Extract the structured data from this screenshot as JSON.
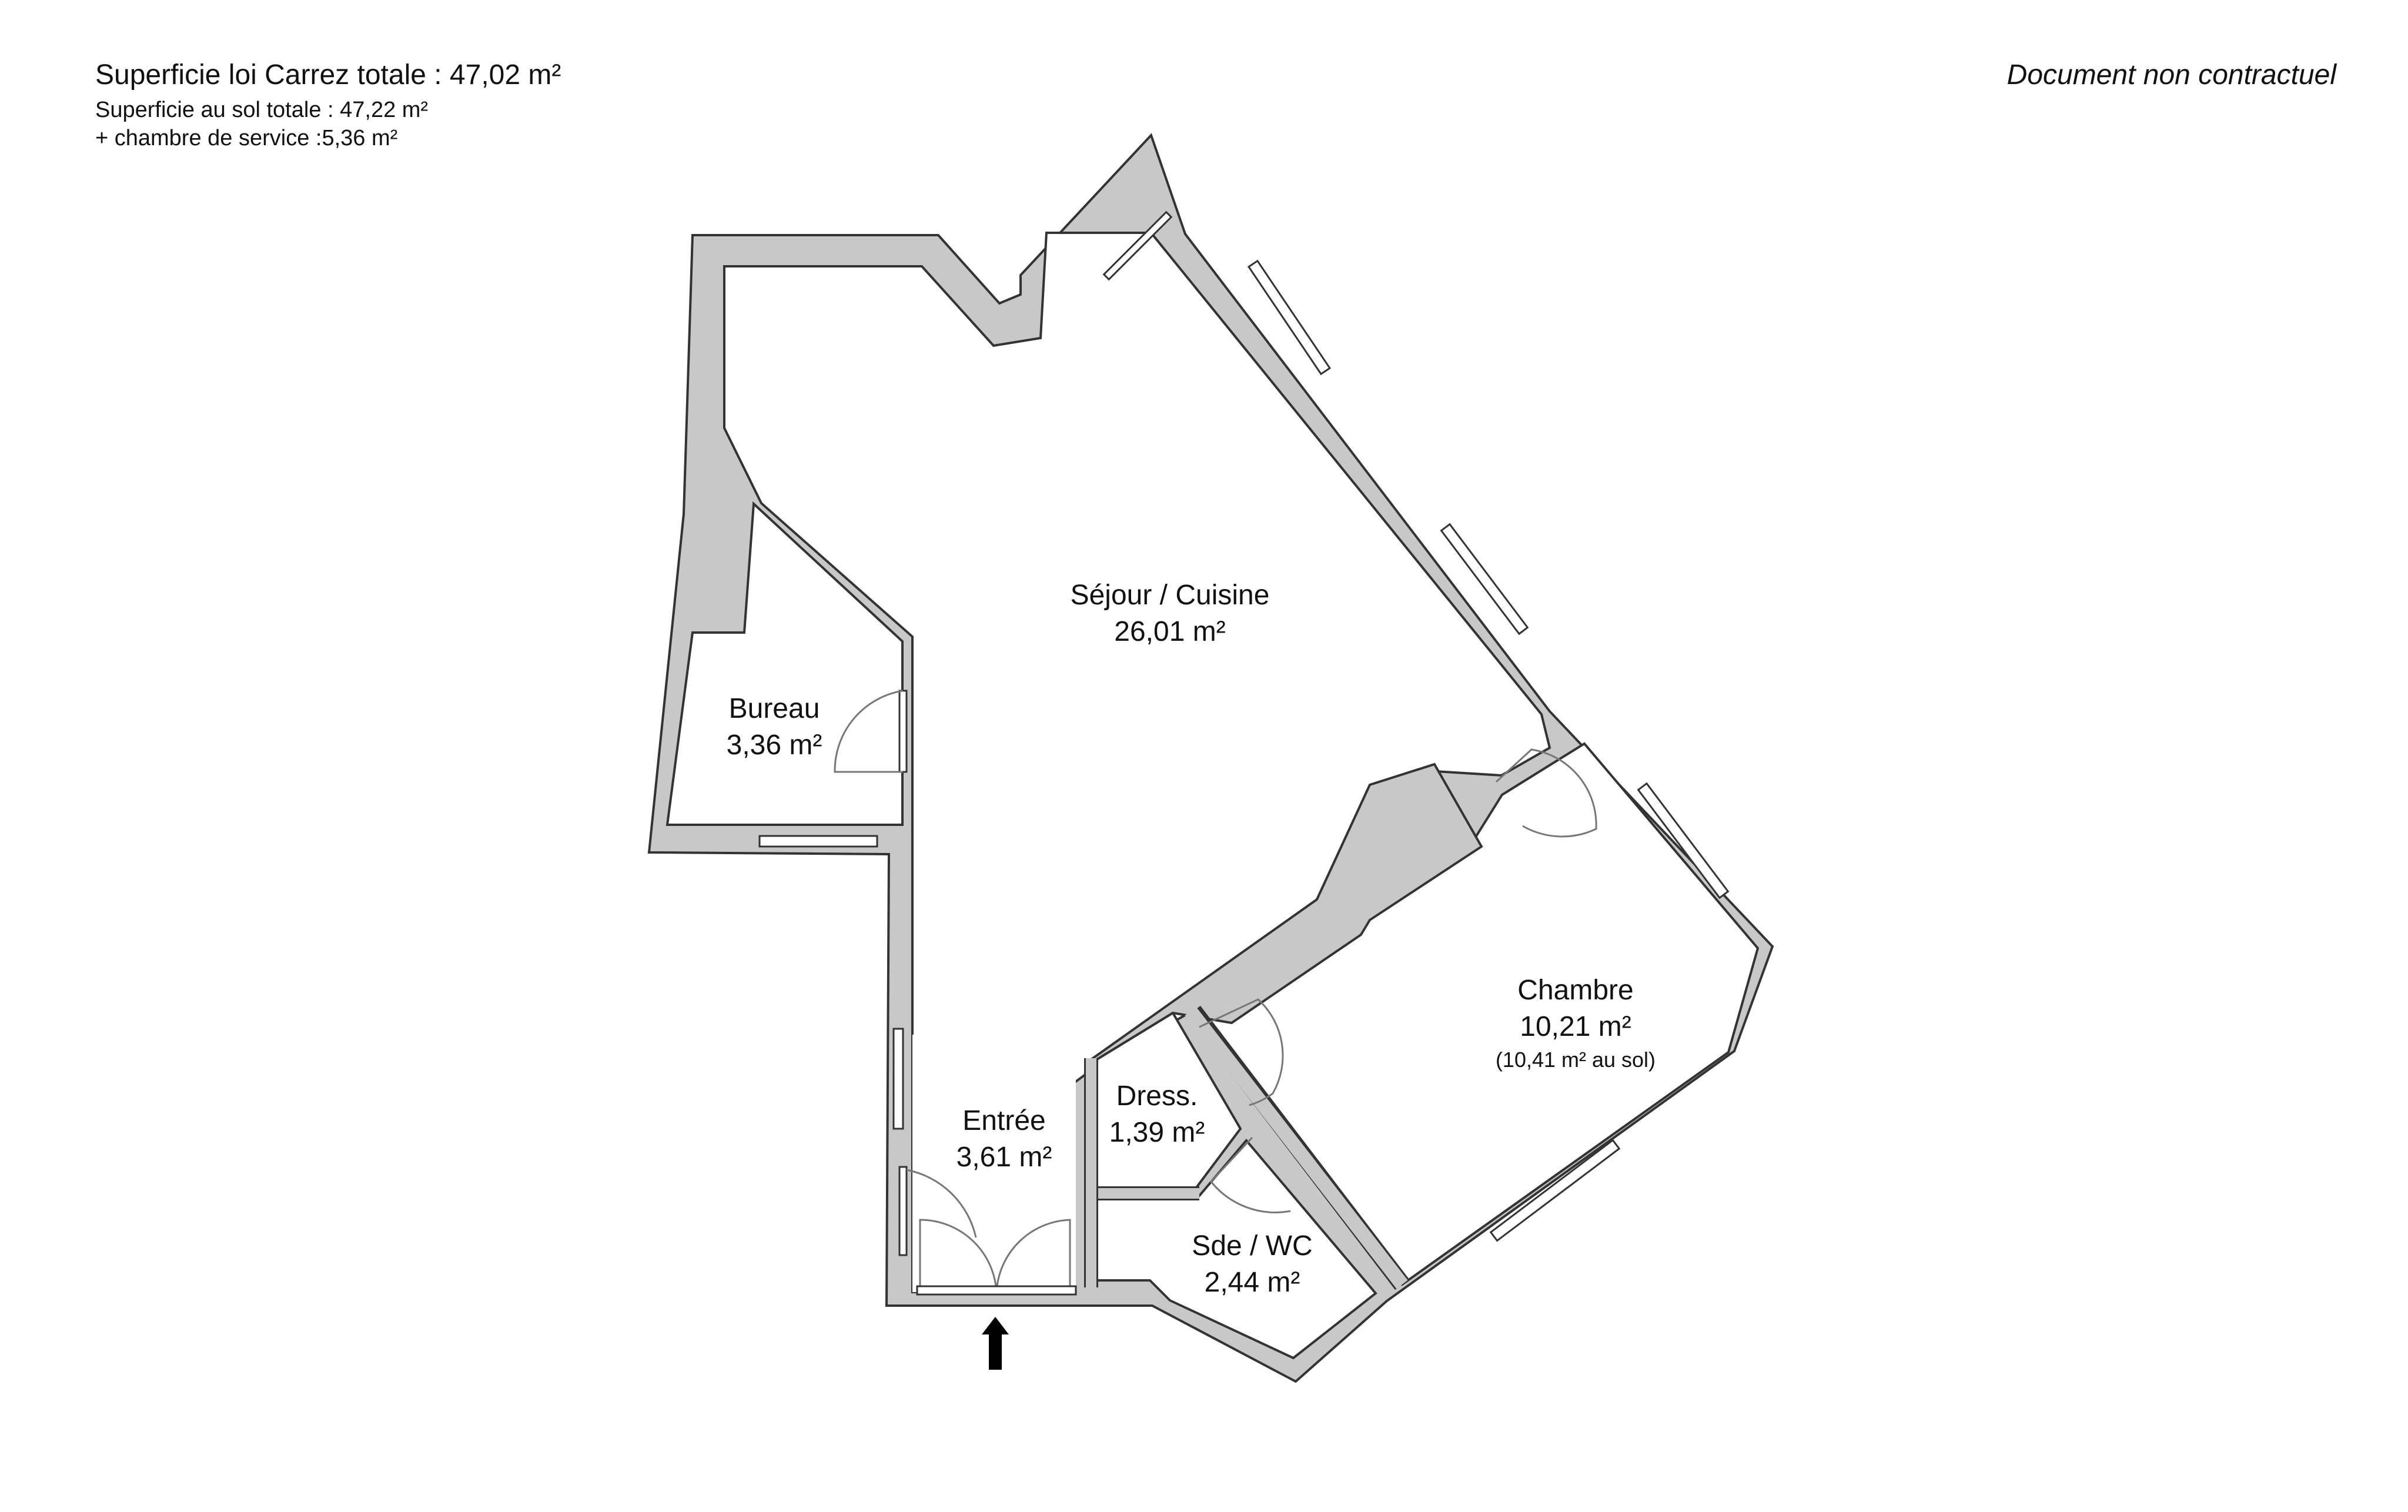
{
  "header": {
    "carrez_total": "Superficie loi Carrez totale :  47,02 m²",
    "sol_total": "Superficie au sol totale :  47,22 m²",
    "service_room": "+ chambre de service :5,36 m²",
    "disclaimer": "Document non contractuel"
  },
  "rooms": {
    "sejour": {
      "name": "Séjour / Cuisine",
      "area": "26,01 m²"
    },
    "bureau": {
      "name": "Bureau",
      "area": "3,36 m²"
    },
    "chambre": {
      "name": "Chambre",
      "area": "10,21 m²",
      "floor_area": "(10,41 m² au sol)"
    },
    "dressing": {
      "name": "Dress.",
      "area": "1,39 m²"
    },
    "entree": {
      "name": "Entrée",
      "area": "3,61 m²"
    },
    "sde": {
      "name": "Sde / WC",
      "area": "2,44 m²"
    }
  },
  "colors": {
    "wall": "#c8c8c8",
    "outline": "#333333",
    "floor": "#ffffff",
    "arrow": "#000000"
  },
  "icons": {
    "entrance": "entrance-arrow-icon"
  }
}
